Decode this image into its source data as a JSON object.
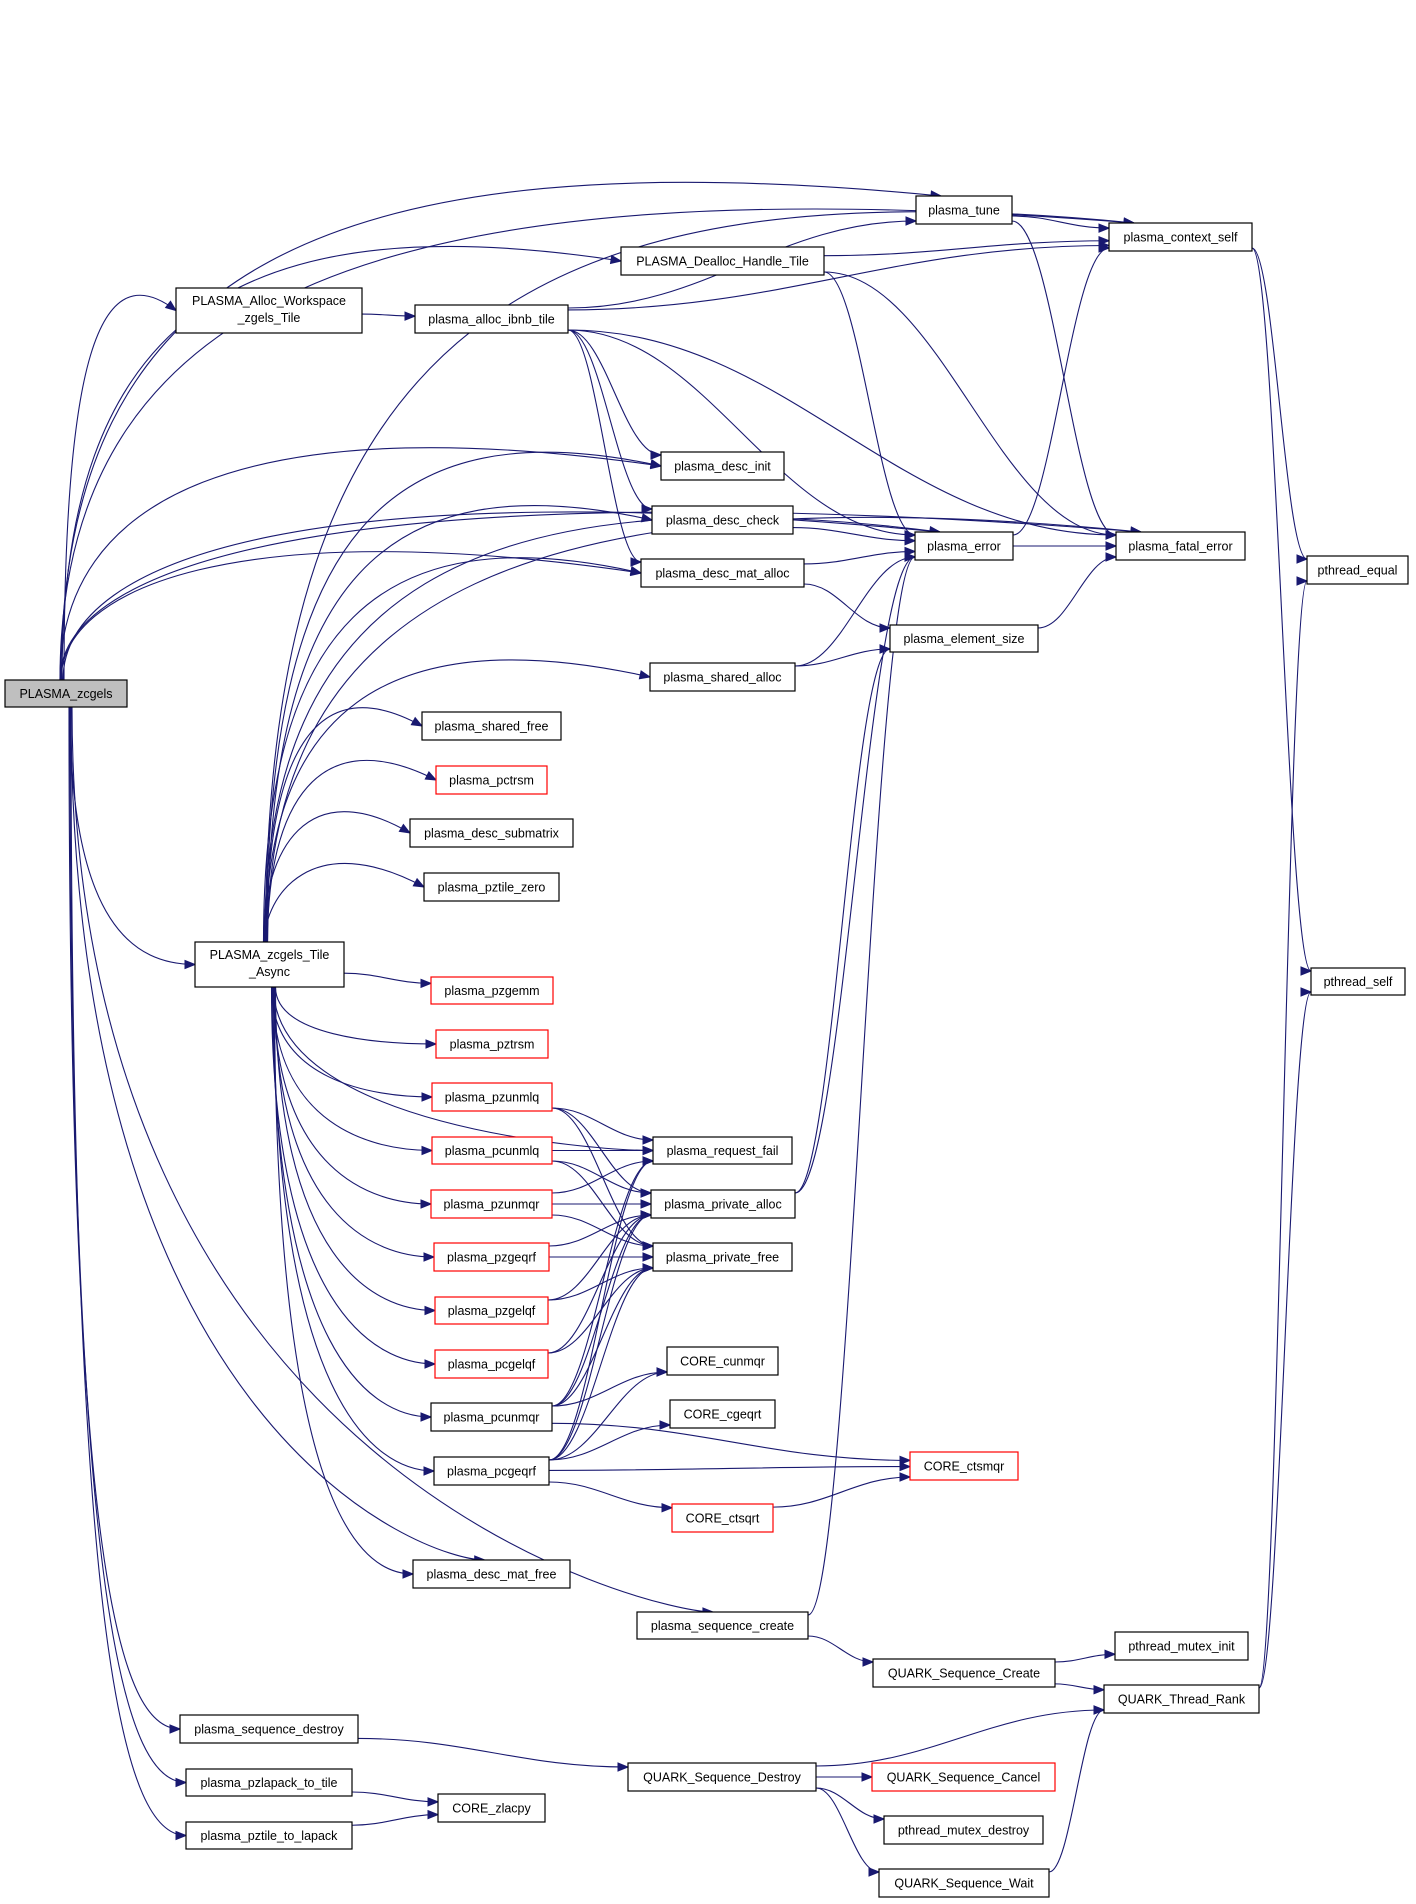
{
  "title": "PLASMA_zcgels call graph",
  "colors": {
    "edge": "#191970",
    "node_border": "#000000",
    "node_border_undocumented": "#ff0000",
    "root_fill": "#bfbfbf",
    "node_fill": "#ffffff"
  },
  "nodes": [
    {
      "id": "PLASMA_zcgels",
      "lines": [
        "PLASMA_zcgels"
      ],
      "kind": "root"
    },
    {
      "id": "PLASMA_Alloc_Workspace_zgels_Tile",
      "lines": [
        "PLASMA_Alloc_Workspace",
        "_zgels_Tile"
      ],
      "kind": "normal"
    },
    {
      "id": "plasma_alloc_ibnb_tile",
      "lines": [
        "plasma_alloc_ibnb_tile"
      ],
      "kind": "normal"
    },
    {
      "id": "PLASMA_Dealloc_Handle_Tile",
      "lines": [
        "PLASMA_Dealloc_Handle_Tile"
      ],
      "kind": "normal"
    },
    {
      "id": "plasma_tune",
      "lines": [
        "plasma_tune"
      ],
      "kind": "normal"
    },
    {
      "id": "plasma_context_self",
      "lines": [
        "plasma_context_self"
      ],
      "kind": "normal"
    },
    {
      "id": "plasma_desc_init",
      "lines": [
        "plasma_desc_init"
      ],
      "kind": "normal"
    },
    {
      "id": "plasma_desc_check",
      "lines": [
        "plasma_desc_check"
      ],
      "kind": "normal"
    },
    {
      "id": "plasma_desc_mat_alloc",
      "lines": [
        "plasma_desc_mat_alloc"
      ],
      "kind": "normal"
    },
    {
      "id": "plasma_error",
      "lines": [
        "plasma_error"
      ],
      "kind": "normal"
    },
    {
      "id": "plasma_fatal_error",
      "lines": [
        "plasma_fatal_error"
      ],
      "kind": "normal"
    },
    {
      "id": "plasma_element_size",
      "lines": [
        "plasma_element_size"
      ],
      "kind": "normal"
    },
    {
      "id": "plasma_shared_alloc",
      "lines": [
        "plasma_shared_alloc"
      ],
      "kind": "normal"
    },
    {
      "id": "pthread_equal",
      "lines": [
        "pthread_equal"
      ],
      "kind": "normal"
    },
    {
      "id": "pthread_self",
      "lines": [
        "pthread_self"
      ],
      "kind": "normal"
    },
    {
      "id": "plasma_shared_free",
      "lines": [
        "plasma_shared_free"
      ],
      "kind": "normal"
    },
    {
      "id": "plasma_pctrsm",
      "lines": [
        "plasma_pctrsm"
      ],
      "kind": "external"
    },
    {
      "id": "plasma_desc_submatrix",
      "lines": [
        "plasma_desc_submatrix"
      ],
      "kind": "normal"
    },
    {
      "id": "plasma_pztile_zero",
      "lines": [
        "plasma_pztile_zero"
      ],
      "kind": "normal"
    },
    {
      "id": "PLASMA_zcgels_Tile_Async",
      "lines": [
        "PLASMA_zcgels_Tile",
        "_Async"
      ],
      "kind": "normal"
    },
    {
      "id": "plasma_pzgemm",
      "lines": [
        "plasma_pzgemm"
      ],
      "kind": "external"
    },
    {
      "id": "plasma_pztrsm",
      "lines": [
        "plasma_pztrsm"
      ],
      "kind": "external"
    },
    {
      "id": "plasma_pzunmlq",
      "lines": [
        "plasma_pzunmlq"
      ],
      "kind": "external"
    },
    {
      "id": "plasma_pcunmlq",
      "lines": [
        "plasma_pcunmlq"
      ],
      "kind": "external"
    },
    {
      "id": "plasma_pzunmqr",
      "lines": [
        "plasma_pzunmqr"
      ],
      "kind": "external"
    },
    {
      "id": "plasma_pzgeqrf",
      "lines": [
        "plasma_pzgeqrf"
      ],
      "kind": "external"
    },
    {
      "id": "plasma_pzgelqf",
      "lines": [
        "plasma_pzgelqf"
      ],
      "kind": "external"
    },
    {
      "id": "plasma_pcgelqf",
      "lines": [
        "plasma_pcgelqf"
      ],
      "kind": "external"
    },
    {
      "id": "plasma_pcunmqr",
      "lines": [
        "plasma_pcunmqr"
      ],
      "kind": "normal"
    },
    {
      "id": "plasma_pcgeqrf",
      "lines": [
        "plasma_pcgeqrf"
      ],
      "kind": "normal"
    },
    {
      "id": "plasma_request_fail",
      "lines": [
        "plasma_request_fail"
      ],
      "kind": "normal"
    },
    {
      "id": "plasma_private_alloc",
      "lines": [
        "plasma_private_alloc"
      ],
      "kind": "normal"
    },
    {
      "id": "plasma_private_free",
      "lines": [
        "plasma_private_free"
      ],
      "kind": "normal"
    },
    {
      "id": "CORE_cunmqr",
      "lines": [
        "CORE_cunmqr"
      ],
      "kind": "normal"
    },
    {
      "id": "CORE_cgeqrt",
      "lines": [
        "CORE_cgeqrt"
      ],
      "kind": "normal"
    },
    {
      "id": "CORE_ctsmqr",
      "lines": [
        "CORE_ctsmqr"
      ],
      "kind": "external"
    },
    {
      "id": "CORE_ctsqrt",
      "lines": [
        "CORE_ctsqrt"
      ],
      "kind": "external"
    },
    {
      "id": "plasma_desc_mat_free",
      "lines": [
        "plasma_desc_mat_free"
      ],
      "kind": "normal"
    },
    {
      "id": "plasma_sequence_create",
      "lines": [
        "plasma_sequence_create"
      ],
      "kind": "normal"
    },
    {
      "id": "QUARK_Sequence_Create",
      "lines": [
        "QUARK_Sequence_Create"
      ],
      "kind": "normal"
    },
    {
      "id": "pthread_mutex_init",
      "lines": [
        "pthread_mutex_init"
      ],
      "kind": "normal"
    },
    {
      "id": "QUARK_Thread_Rank",
      "lines": [
        "QUARK_Thread_Rank"
      ],
      "kind": "normal"
    },
    {
      "id": "plasma_sequence_destroy",
      "lines": [
        "plasma_sequence_destroy"
      ],
      "kind": "normal"
    },
    {
      "id": "QUARK_Sequence_Destroy",
      "lines": [
        "QUARK_Sequence_Destroy"
      ],
      "kind": "normal"
    },
    {
      "id": "QUARK_Sequence_Cancel",
      "lines": [
        "QUARK_Sequence_Cancel"
      ],
      "kind": "external"
    },
    {
      "id": "pthread_mutex_destroy",
      "lines": [
        "pthread_mutex_destroy"
      ],
      "kind": "normal"
    },
    {
      "id": "QUARK_Sequence_Wait",
      "lines": [
        "QUARK_Sequence_Wait"
      ],
      "kind": "normal"
    },
    {
      "id": "plasma_pzlapack_to_tile",
      "lines": [
        "plasma_pzlapack_to_tile"
      ],
      "kind": "normal"
    },
    {
      "id": "plasma_pztile_to_lapack",
      "lines": [
        "plasma_pztile_to_lapack"
      ],
      "kind": "normal"
    },
    {
      "id": "CORE_zlacpy",
      "lines": [
        "CORE_zlacpy"
      ],
      "kind": "normal"
    }
  ],
  "edges": [
    [
      "PLASMA_zcgels",
      "plasma_context_self"
    ],
    [
      "PLASMA_zcgels",
      "plasma_tune"
    ],
    [
      "PLASMA_zcgels",
      "PLASMA_Dealloc_Handle_Tile"
    ],
    [
      "PLASMA_zcgels",
      "plasma_error"
    ],
    [
      "PLASMA_zcgels",
      "PLASMA_Alloc_Workspace_zgels_Tile"
    ],
    [
      "PLASMA_zcgels",
      "plasma_desc_init"
    ],
    [
      "PLASMA_zcgels",
      "plasma_desc_mat_alloc"
    ],
    [
      "PLASMA_zcgels",
      "PLASMA_zcgels_Tile_Async"
    ],
    [
      "PLASMA_zcgels",
      "plasma_desc_mat_free"
    ],
    [
      "PLASMA_zcgels",
      "plasma_sequence_create"
    ],
    [
      "PLASMA_zcgels",
      "plasma_fatal_error"
    ],
    [
      "PLASMA_zcgels",
      "plasma_sequence_destroy"
    ],
    [
      "PLASMA_zcgels",
      "plasma_pzlapack_to_tile"
    ],
    [
      "PLASMA_zcgels",
      "plasma_pztile_to_lapack"
    ],
    [
      "PLASMA_Alloc_Workspace_zgels_Tile",
      "plasma_alloc_ibnb_tile"
    ],
    [
      "plasma_alloc_ibnb_tile",
      "plasma_tune"
    ],
    [
      "plasma_alloc_ibnb_tile",
      "plasma_context_self"
    ],
    [
      "plasma_alloc_ibnb_tile",
      "plasma_desc_init"
    ],
    [
      "plasma_alloc_ibnb_tile",
      "plasma_desc_check"
    ],
    [
      "plasma_alloc_ibnb_tile",
      "plasma_desc_mat_alloc"
    ],
    [
      "plasma_alloc_ibnb_tile",
      "plasma_error"
    ],
    [
      "plasma_alloc_ibnb_tile",
      "plasma_fatal_error"
    ],
    [
      "PLASMA_Dealloc_Handle_Tile",
      "plasma_context_self"
    ],
    [
      "PLASMA_Dealloc_Handle_Tile",
      "plasma_error"
    ],
    [
      "PLASMA_Dealloc_Handle_Tile",
      "plasma_fatal_error"
    ],
    [
      "plasma_tune",
      "plasma_context_self"
    ],
    [
      "plasma_tune",
      "plasma_fatal_error"
    ],
    [
      "plasma_context_self",
      "pthread_equal"
    ],
    [
      "plasma_context_self",
      "pthread_self"
    ],
    [
      "plasma_desc_check",
      "plasma_error"
    ],
    [
      "plasma_desc_mat_alloc",
      "plasma_error"
    ],
    [
      "plasma_desc_mat_alloc",
      "plasma_element_size"
    ],
    [
      "plasma_error",
      "plasma_context_self"
    ],
    [
      "plasma_error",
      "plasma_fatal_error"
    ],
    [
      "plasma_element_size",
      "plasma_fatal_error"
    ],
    [
      "plasma_shared_alloc",
      "plasma_error"
    ],
    [
      "plasma_shared_alloc",
      "plasma_element_size"
    ],
    [
      "PLASMA_zcgels_Tile_Async",
      "plasma_context_self"
    ],
    [
      "PLASMA_zcgels_Tile_Async",
      "plasma_desc_init"
    ],
    [
      "PLASMA_zcgels_Tile_Async",
      "plasma_desc_check"
    ],
    [
      "PLASMA_zcgels_Tile_Async",
      "plasma_desc_mat_alloc"
    ],
    [
      "PLASMA_zcgels_Tile_Async",
      "plasma_error"
    ],
    [
      "PLASMA_zcgels_Tile_Async",
      "plasma_shared_alloc"
    ],
    [
      "PLASMA_zcgels_Tile_Async",
      "plasma_shared_free"
    ],
    [
      "PLASMA_zcgels_Tile_Async",
      "plasma_pctrsm"
    ],
    [
      "PLASMA_zcgels_Tile_Async",
      "plasma_desc_submatrix"
    ],
    [
      "PLASMA_zcgels_Tile_Async",
      "plasma_pztile_zero"
    ],
    [
      "PLASMA_zcgels_Tile_Async",
      "plasma_request_fail"
    ],
    [
      "PLASMA_zcgels_Tile_Async",
      "plasma_pzgemm"
    ],
    [
      "PLASMA_zcgels_Tile_Async",
      "plasma_pztrsm"
    ],
    [
      "PLASMA_zcgels_Tile_Async",
      "plasma_pzunmlq"
    ],
    [
      "PLASMA_zcgels_Tile_Async",
      "plasma_pcunmlq"
    ],
    [
      "PLASMA_zcgels_Tile_Async",
      "plasma_pzunmqr"
    ],
    [
      "PLASMA_zcgels_Tile_Async",
      "plasma_pzgeqrf"
    ],
    [
      "PLASMA_zcgels_Tile_Async",
      "plasma_pzgelqf"
    ],
    [
      "PLASMA_zcgels_Tile_Async",
      "plasma_pcgelqf"
    ],
    [
      "PLASMA_zcgels_Tile_Async",
      "plasma_pcunmqr"
    ],
    [
      "PLASMA_zcgels_Tile_Async",
      "plasma_pcgeqrf"
    ],
    [
      "PLASMA_zcgels_Tile_Async",
      "plasma_desc_mat_free"
    ],
    [
      "PLASMA_zcgels_Tile_Async",
      "plasma_fatal_error"
    ],
    [
      "plasma_pzunmlq",
      "plasma_request_fail"
    ],
    [
      "plasma_pzunmlq",
      "plasma_private_alloc"
    ],
    [
      "plasma_pzunmlq",
      "plasma_private_free"
    ],
    [
      "plasma_pcunmlq",
      "plasma_request_fail"
    ],
    [
      "plasma_pcunmlq",
      "plasma_private_alloc"
    ],
    [
      "plasma_pcunmlq",
      "plasma_private_free"
    ],
    [
      "plasma_pzunmqr",
      "plasma_request_fail"
    ],
    [
      "plasma_pzunmqr",
      "plasma_private_alloc"
    ],
    [
      "plasma_pzunmqr",
      "plasma_private_free"
    ],
    [
      "plasma_pzgeqrf",
      "plasma_private_alloc"
    ],
    [
      "plasma_pzgeqrf",
      "plasma_private_free"
    ],
    [
      "plasma_pzgelqf",
      "plasma_private_alloc"
    ],
    [
      "plasma_pzgelqf",
      "plasma_private_free"
    ],
    [
      "plasma_pcgelqf",
      "plasma_private_alloc"
    ],
    [
      "plasma_pcgelqf",
      "plasma_private_free"
    ],
    [
      "plasma_pcunmqr",
      "plasma_request_fail"
    ],
    [
      "plasma_pcunmqr",
      "plasma_private_alloc"
    ],
    [
      "plasma_pcunmqr",
      "plasma_private_free"
    ],
    [
      "plasma_pcunmqr",
      "CORE_cunmqr"
    ],
    [
      "plasma_pcunmqr",
      "CORE_ctsmqr"
    ],
    [
      "plasma_pcgeqrf",
      "plasma_request_fail"
    ],
    [
      "plasma_pcgeqrf",
      "plasma_private_alloc"
    ],
    [
      "plasma_pcgeqrf",
      "plasma_private_free"
    ],
    [
      "plasma_pcgeqrf",
      "CORE_cunmqr"
    ],
    [
      "plasma_pcgeqrf",
      "CORE_cgeqrt"
    ],
    [
      "plasma_pcgeqrf",
      "CORE_ctsmqr"
    ],
    [
      "plasma_pcgeqrf",
      "CORE_ctsqrt"
    ],
    [
      "CORE_ctsqrt",
      "CORE_ctsmqr"
    ],
    [
      "plasma_private_alloc",
      "plasma_error"
    ],
    [
      "plasma_private_alloc",
      "plasma_element_size"
    ],
    [
      "plasma_sequence_create",
      "plasma_error"
    ],
    [
      "plasma_sequence_create",
      "QUARK_Sequence_Create"
    ],
    [
      "QUARK_Sequence_Create",
      "pthread_mutex_init"
    ],
    [
      "QUARK_Sequence_Create",
      "QUARK_Thread_Rank"
    ],
    [
      "QUARK_Thread_Rank",
      "pthread_equal"
    ],
    [
      "QUARK_Thread_Rank",
      "pthread_self"
    ],
    [
      "plasma_sequence_destroy",
      "QUARK_Sequence_Destroy"
    ],
    [
      "QUARK_Sequence_Destroy",
      "QUARK_Thread_Rank"
    ],
    [
      "QUARK_Sequence_Destroy",
      "QUARK_Sequence_Cancel"
    ],
    [
      "QUARK_Sequence_Destroy",
      "pthread_mutex_destroy"
    ],
    [
      "QUARK_Sequence_Destroy",
      "QUARK_Sequence_Wait"
    ],
    [
      "QUARK_Sequence_Wait",
      "QUARK_Thread_Rank"
    ],
    [
      "plasma_pzlapack_to_tile",
      "CORE_zlacpy"
    ],
    [
      "plasma_pztile_to_lapack",
      "CORE_zlacpy"
    ]
  ]
}
